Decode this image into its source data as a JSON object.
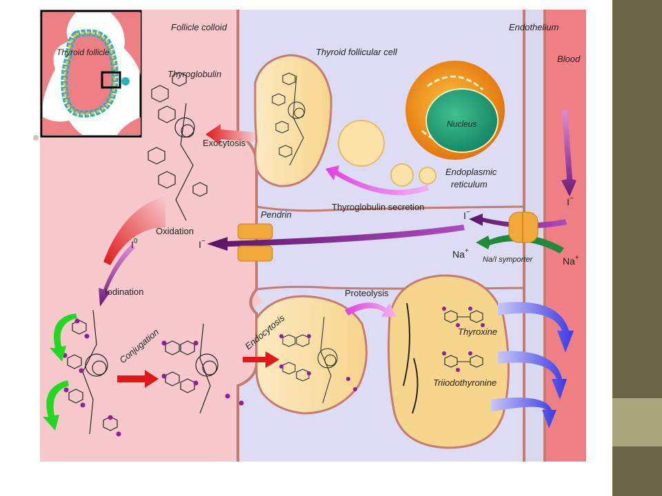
{
  "labels": {
    "inset_title": "Thyroid follicle",
    "follicle_colloid": "Follicle colloid",
    "follicular_cell": "Thyroid follicular cell",
    "endothelium": "Endothelium",
    "blood": "Blood",
    "thyroglobulin": "Thyroglobulin",
    "exocytosis": "Exocytosis",
    "nucleus": "Nucleus",
    "er_line1": "Endoplasmic",
    "er_line2": "reticulum",
    "tg_secretion": "Thyroglobulin secretion",
    "pendrin": "Pendrin",
    "oxidation": "Oxidation",
    "iodination": "Iodination",
    "conjugation": "Conjugation",
    "endocytosis": "Endocytosis",
    "proteolysis": "Proteolysis",
    "thyroxine": "Thyroxine",
    "triiodothyronine": "Triiodothyronine",
    "symporter": "Na/I symporter"
  },
  "ions": {
    "iodide_blood": "I",
    "iodide_blood_sup": "−",
    "iodide_cell": "I",
    "iodide_cell_sup": "−",
    "iodide_colloid": "I",
    "iodide_colloid_sup": "−",
    "iodine": "I",
    "iodine_sup": "0",
    "sodium_in": "Na",
    "sodium_in_sup": "+",
    "sodium_out": "Na",
    "sodium_out_sup": "+"
  },
  "colors": {
    "slide_bar": "#6b6446",
    "slide_bar_accent": "#aba67e",
    "colloid": "#f7c9cc",
    "cell": "#dcdcf4",
    "blood": "#ee7f84",
    "vesicle": "#f8dca0",
    "nucleus_outer": "#f08a10",
    "nucleus_inner": "#22a07a"
  }
}
